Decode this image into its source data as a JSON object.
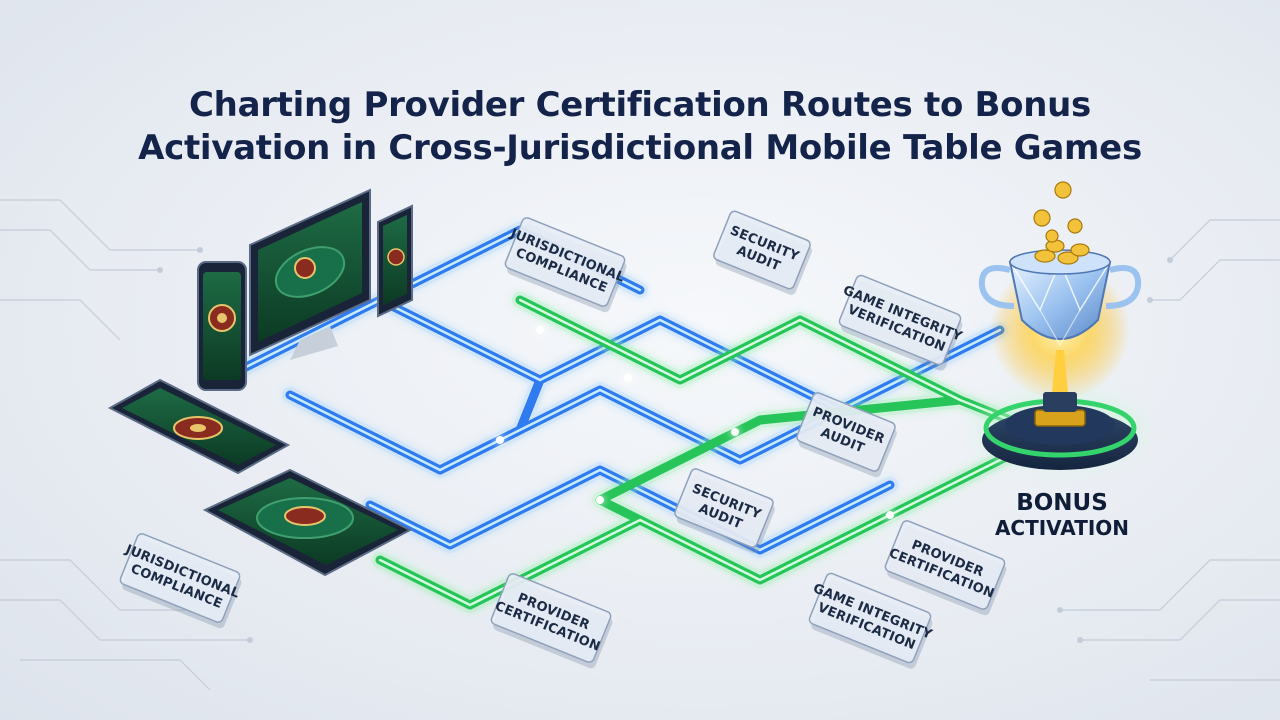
{
  "title": {
    "line1": "Charting Provider Certification Routes to Bonus",
    "line2": "Activation in Cross-Jurisdictional Mobile Table Games"
  },
  "labels": {
    "jurisdictional_compliance_top": [
      "JURISDICTIONAL",
      "COMPLIANCE"
    ],
    "security_audit_top": [
      "SECURITY",
      "AUDIT"
    ],
    "game_integrity_top": [
      "GAME INTEGRITY",
      "VERIFICATION"
    ],
    "provider_audit": [
      "PROVIDER",
      "AUDIT"
    ],
    "security_audit_mid": [
      "SECURITY",
      "AUDIT"
    ],
    "provider_certification_right": [
      "PROVIDER",
      "CERTIFICATION"
    ],
    "jurisdictional_compliance_left": [
      "JURISDICTIONAL",
      "COMPLIANCE"
    ],
    "provider_certification_bottom": [
      "PROVIDER",
      "CERTIFICATION"
    ],
    "game_integrity_bottom": [
      "GAME INTEGRITY",
      "VERIFICATION"
    ]
  },
  "goal": {
    "line1": "BONUS",
    "line2": "ACTIVATION"
  },
  "icons": [
    "trophy-icon",
    "gold-coin-icon",
    "roulette-wheel-icon",
    "smartphone-icon",
    "tablet-icon",
    "monitor-icon"
  ],
  "colors": {
    "blue_route": "#2f7bf0",
    "green_route": "#27c45a",
    "glow": "#7fe8ff",
    "title": "#14234a"
  }
}
